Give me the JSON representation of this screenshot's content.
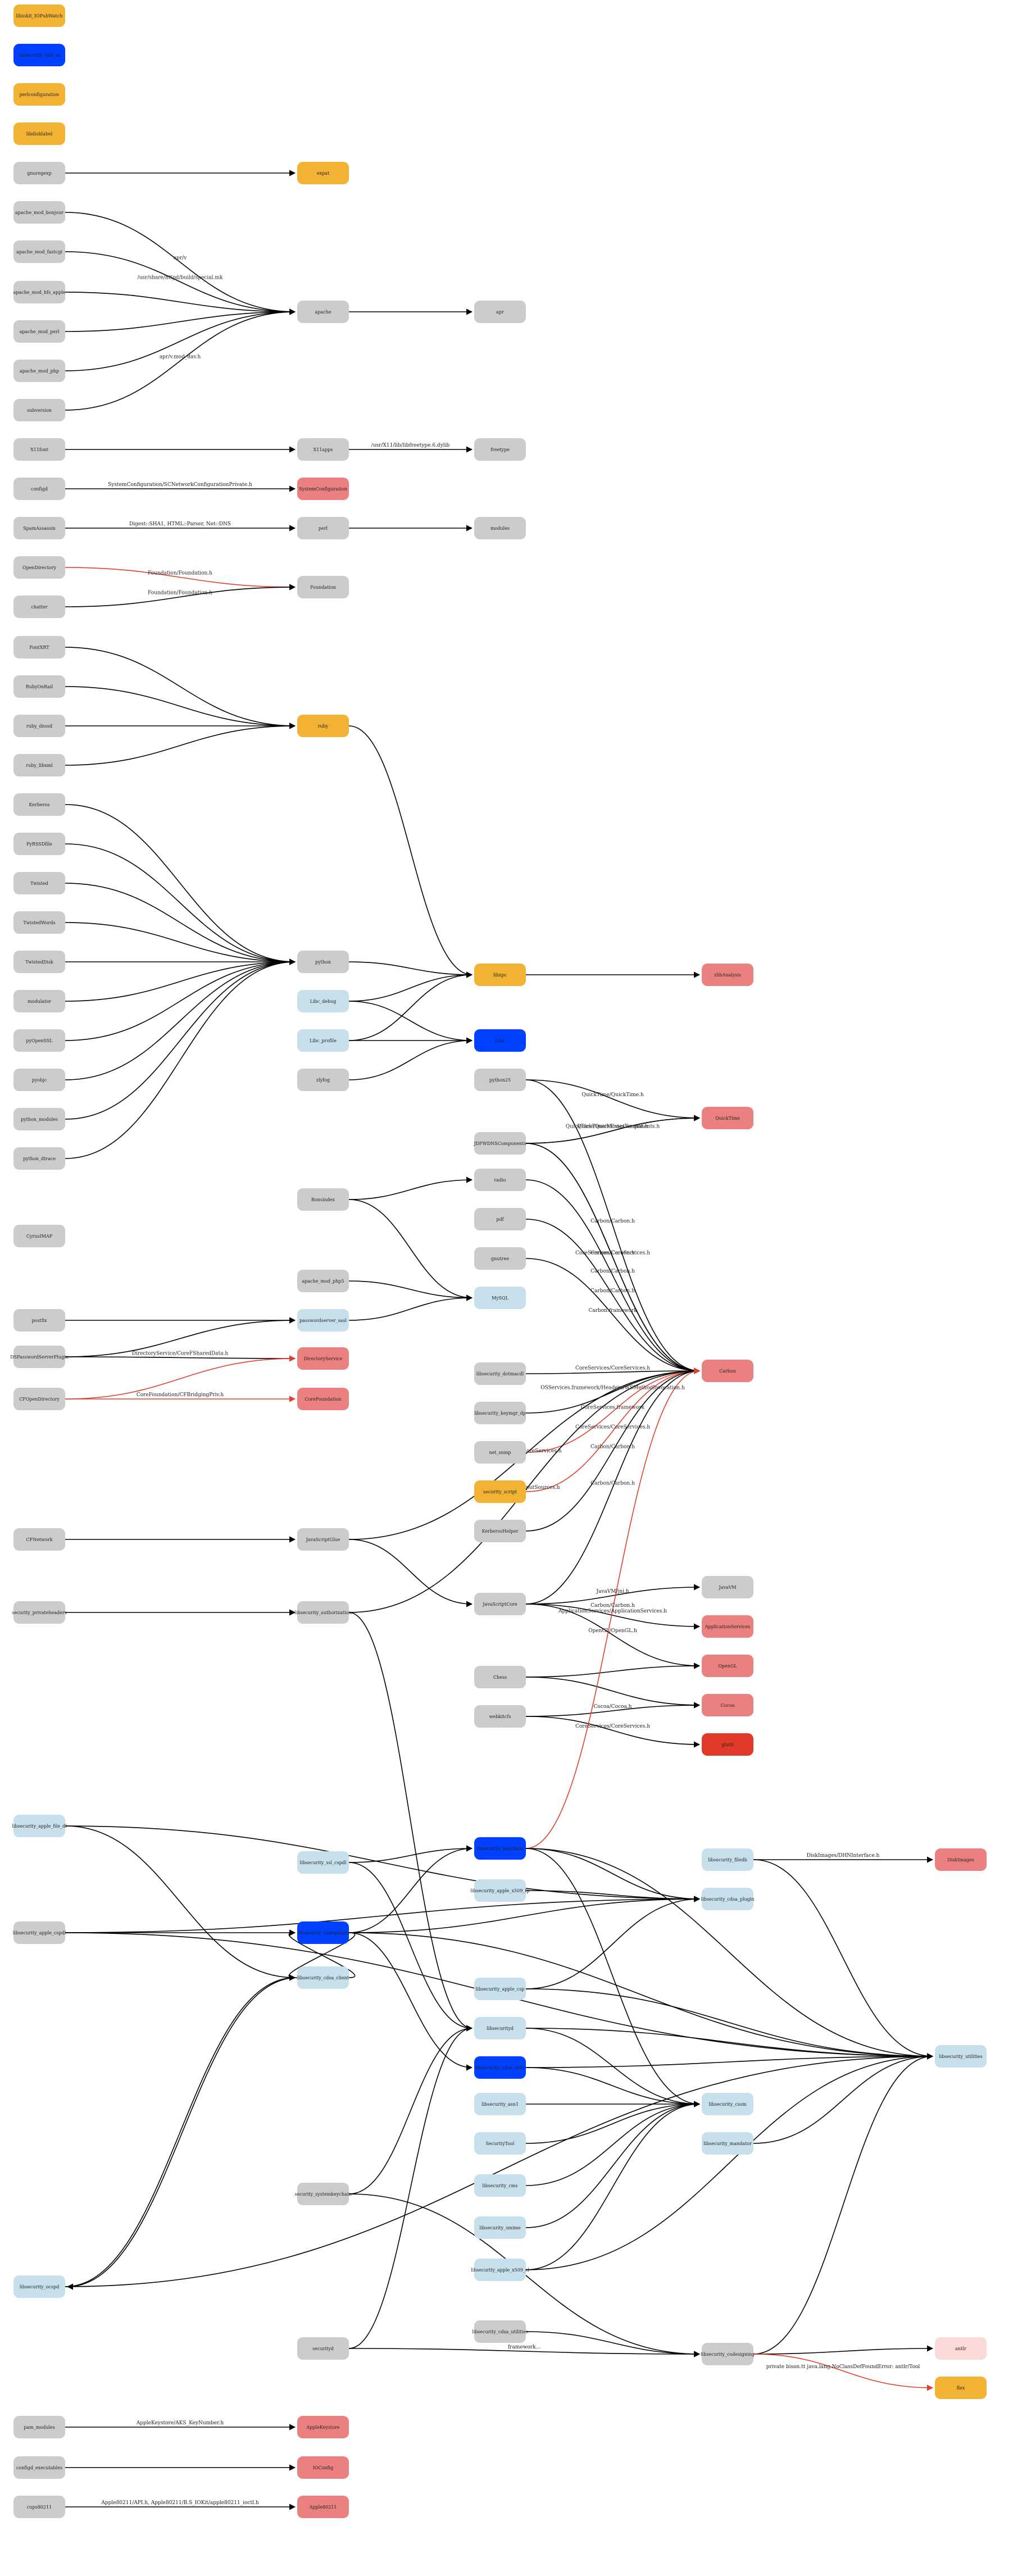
{
  "colors": {
    "gray": "#cccccc",
    "orange": "#f2b233",
    "blue": "#0040ff",
    "lightblue": "#c8e0eb",
    "salmon": "#eb8080",
    "red": "#e03a2a",
    "pink": "#fbd9d6",
    "edge_black": "#000000",
    "edge_red": "#e04030"
  },
  "nodes": [
    {
      "id": "n1",
      "label": "libiokit_IOPubWatch",
      "color": "orange"
    },
    {
      "id": "n2",
      "label": "libsecurity_bsd_ui",
      "color": "blue"
    },
    {
      "id": "n3",
      "label": "perlconfiguration",
      "color": "orange"
    },
    {
      "id": "n4",
      "label": "libdisklabel",
      "color": "orange"
    },
    {
      "id": "n5",
      "label": "gnuregexp",
      "color": "gray"
    },
    {
      "id": "n6",
      "label": "expat",
      "color": "orange"
    },
    {
      "id": "n7",
      "label": "apache_mod_bonjour",
      "color": "gray"
    },
    {
      "id": "n8",
      "label": "apache_mod_fastcgi",
      "color": "gray"
    },
    {
      "id": "n9",
      "label": "apache_mod_hfs_apple",
      "color": "gray"
    },
    {
      "id": "n10",
      "label": "apache_mod_perl",
      "color": "gray"
    },
    {
      "id": "n11",
      "label": "apache_mod_php",
      "color": "gray"
    },
    {
      "id": "n12",
      "label": "apache",
      "color": "gray"
    },
    {
      "id": "n13",
      "label": "apr",
      "color": "gray"
    },
    {
      "id": "n14",
      "label": "subversion",
      "color": "gray"
    },
    {
      "id": "n15",
      "label": "X11font",
      "color": "gray"
    },
    {
      "id": "n16",
      "label": "X11apps",
      "color": "gray"
    },
    {
      "id": "n17",
      "label": "freetype",
      "color": "gray"
    },
    {
      "id": "n18",
      "label": "configd",
      "color": "gray"
    },
    {
      "id": "n19",
      "label": "SystemConfiguration",
      "color": "salmon"
    },
    {
      "id": "n20",
      "label": "SpamAssassin",
      "color": "gray"
    },
    {
      "id": "n21",
      "label": "perl",
      "color": "gray"
    },
    {
      "id": "n22",
      "label": "modules",
      "color": "gray"
    },
    {
      "id": "n23",
      "label": "OpenDirectory",
      "color": "gray"
    },
    {
      "id": "n24",
      "label": "Foundation",
      "color": "gray"
    },
    {
      "id": "n25",
      "label": "chatter",
      "color": "gray"
    },
    {
      "id": "n26",
      "label": "FontXRT",
      "color": "gray"
    },
    {
      "id": "n27",
      "label": "RubyOnRail",
      "color": "gray"
    },
    {
      "id": "n28",
      "label": "ruby_dnssd",
      "color": "gray"
    },
    {
      "id": "n29",
      "label": "ruby",
      "color": "orange"
    },
    {
      "id": "n30",
      "label": "ruby_libxml",
      "color": "gray"
    },
    {
      "id": "n31",
      "label": "Kerberos",
      "color": "gray"
    },
    {
      "id": "n32",
      "label": "PyRSSDfile",
      "color": "gray"
    },
    {
      "id": "n33",
      "label": "Twisted",
      "color": "gray"
    },
    {
      "id": "n34",
      "label": "TwistedWords",
      "color": "gray"
    },
    {
      "id": "n35",
      "label": "TwistedDisk",
      "color": "gray"
    },
    {
      "id": "n36",
      "label": "python",
      "color": "gray"
    },
    {
      "id": "n37",
      "label": "libxpc",
      "color": "orange"
    },
    {
      "id": "n38",
      "label": "zlibAnalysis",
      "color": "salmon"
    },
    {
      "id": "n39",
      "label": "modulator",
      "color": "gray"
    },
    {
      "id": "n40",
      "label": "Libc_debug",
      "color": "lightblue"
    },
    {
      "id": "n41",
      "label": "pyOpenSSL",
      "color": "gray"
    },
    {
      "id": "n42",
      "label": "Libc_profile",
      "color": "lightblue"
    },
    {
      "id": "n43",
      "label": "Libc",
      "color": "blue"
    },
    {
      "id": "n44",
      "label": "pyobjc",
      "color": "gray"
    },
    {
      "id": "n45",
      "label": "zlyfog",
      "color": "gray"
    },
    {
      "id": "n46",
      "label": "python_modules",
      "color": "gray"
    },
    {
      "id": "n47",
      "label": "python25",
      "color": "gray"
    },
    {
      "id": "n48",
      "label": "QuickTime",
      "color": "salmon"
    },
    {
      "id": "n49",
      "label": "python_dtrace",
      "color": "gray"
    },
    {
      "id": "n50",
      "label": "JDFWDNSComponents",
      "color": "gray"
    },
    {
      "id": "n51",
      "label": "Bonsindex",
      "color": "gray"
    },
    {
      "id": "n52",
      "label": "radio",
      "color": "gray"
    },
    {
      "id": "n53",
      "label": "pdf",
      "color": "gray"
    },
    {
      "id": "n54",
      "label": "CyrusIMAP",
      "color": "gray"
    },
    {
      "id": "n55",
      "label": "gnutree",
      "color": "gray"
    },
    {
      "id": "n56",
      "label": "apache_mod_php5",
      "color": "gray"
    },
    {
      "id": "n57",
      "label": "MySQL",
      "color": "lightblue"
    },
    {
      "id": "n58",
      "label": "postfix",
      "color": "gray"
    },
    {
      "id": "n59",
      "label": "passwordserver_sasl",
      "color": "lightblue"
    },
    {
      "id": "n60",
      "label": "Carbon",
      "color": "salmon"
    },
    {
      "id": "n61",
      "label": "DSPasswordServerPlugin",
      "color": "gray"
    },
    {
      "id": "n62",
      "label": "DirectoryService",
      "color": "salmon"
    },
    {
      "id": "n63",
      "label": "libsecurity_dotmacdl",
      "color": "gray"
    },
    {
      "id": "n64",
      "label": "CFOpenDirectory",
      "color": "gray"
    },
    {
      "id": "n65",
      "label": "CoreFoundation",
      "color": "salmon"
    },
    {
      "id": "n66",
      "label": "libsecurity_keymgr_dp",
      "color": "gray"
    },
    {
      "id": "n67",
      "label": "net_snmp",
      "color": "gray"
    },
    {
      "id": "n68",
      "label": "security_script",
      "color": "orange"
    },
    {
      "id": "n69",
      "label": "KerberosHelper",
      "color": "gray"
    },
    {
      "id": "n70",
      "label": "CFNetwork",
      "color": "gray"
    },
    {
      "id": "n71",
      "label": "JavaScriptGlue",
      "color": "gray"
    },
    {
      "id": "n72",
      "label": "JavaVM",
      "color": "gray"
    },
    {
      "id": "n73",
      "label": "security_privateheaders",
      "color": "gray"
    },
    {
      "id": "n74",
      "label": "libsecurity_authorization",
      "color": "gray"
    },
    {
      "id": "n75",
      "label": "JavaScriptCore",
      "color": "gray"
    },
    {
      "id": "n76",
      "label": "ApplicationServices",
      "color": "salmon"
    },
    {
      "id": "n77",
      "label": "Chess",
      "color": "gray"
    },
    {
      "id": "n78",
      "label": "OpenGL",
      "color": "salmon"
    },
    {
      "id": "n79",
      "label": "webkitcfs",
      "color": "gray"
    },
    {
      "id": "n80",
      "label": "Cocoa",
      "color": "salmon"
    },
    {
      "id": "n81",
      "label": "glutil",
      "color": "red"
    },
    {
      "id": "n82",
      "label": "libsecurity_apple_file_dl",
      "color": "lightblue"
    },
    {
      "id": "n83",
      "label": "libsecurity_filedb",
      "color": "lightblue"
    },
    {
      "id": "n84",
      "label": "DiskImages",
      "color": "salmon"
    },
    {
      "id": "n85",
      "label": "libsecurity_ssl_cspdl",
      "color": "lightblue"
    },
    {
      "id": "n86",
      "label": "libsecurity_keychain",
      "color": "blue"
    },
    {
      "id": "n87",
      "label": "libsecurity_apple_x509_tp",
      "color": "lightblue"
    },
    {
      "id": "n88",
      "label": "libsecurity_cdsa_plugin",
      "color": "lightblue"
    },
    {
      "id": "n89",
      "label": "libsecurity_apple_cspdl",
      "color": "gray"
    },
    {
      "id": "n90",
      "label": "libsecurity_cssmplugin",
      "color": "blue"
    },
    {
      "id": "n91",
      "label": "libsecurity_cdsa_client",
      "color": "lightblue"
    },
    {
      "id": "n92",
      "label": "libsecurity_apple_csp",
      "color": "lightblue"
    },
    {
      "id": "n93",
      "label": "libsecurity_utilities",
      "color": "lightblue"
    },
    {
      "id": "n94",
      "label": "libsecurityd",
      "color": "lightblue"
    },
    {
      "id": "n95",
      "label": "libsecurity_cdsa_utils",
      "color": "blue"
    },
    {
      "id": "n96",
      "label": "libsecurity_cssm",
      "color": "lightblue"
    },
    {
      "id": "n97",
      "label": "libsecurity_asn1",
      "color": "lightblue"
    },
    {
      "id": "n98",
      "label": "SecurityTool",
      "color": "lightblue"
    },
    {
      "id": "n99",
      "label": "libsecurity_mandator",
      "color": "lightblue"
    },
    {
      "id": "n100",
      "label": "libsecurity_cms",
      "color": "lightblue"
    },
    {
      "id": "n101",
      "label": "security_systemkeychain",
      "color": "gray"
    },
    {
      "id": "n102",
      "label": "libsecurity_smime",
      "color": "lightblue"
    },
    {
      "id": "n103",
      "label": "libsecurity_apple_x509_cl",
      "color": "lightblue"
    },
    {
      "id": "n104",
      "label": "libsecurity_ocspd",
      "color": "lightblue"
    },
    {
      "id": "n105",
      "label": "libsecurity_cdsa_utilities",
      "color": "gray"
    },
    {
      "id": "n106",
      "label": "securityd",
      "color": "gray"
    },
    {
      "id": "n107",
      "label": "libsecurity_codesigning",
      "color": "gray"
    },
    {
      "id": "n108",
      "label": "antlr",
      "color": "pink"
    },
    {
      "id": "n109",
      "label": "flex",
      "color": "orange"
    },
    {
      "id": "n110",
      "label": "pam_modules",
      "color": "gray"
    },
    {
      "id": "n111",
      "label": "AppleKeystore",
      "color": "salmon"
    },
    {
      "id": "n112",
      "label": "configd_executables",
      "color": "gray"
    },
    {
      "id": "n113",
      "label": "IOConfig",
      "color": "salmon"
    },
    {
      "id": "n114",
      "label": "cups80211",
      "color": "gray"
    },
    {
      "id": "n115",
      "label": "Apple80211",
      "color": "salmon"
    }
  ],
  "edge_labels": [
    "apr/v",
    "/usr/share/httpd/build/special.mk",
    "apr/v.mod_dav.h",
    "/usr/X11/lib/libfreetype.6.dylib",
    "SystemConfiguration/SCNetworkConfigurationPrivate.h",
    "Digest::SHA1, HTML::Parser, Net::DNS",
    "Foundation/Foundation.h",
    "Foundation/Foundation.h",
    "QuickTime/QuickTime.h",
    "Carbon/Carbon.h",
    "QuickTime/MoviesFormat.h",
    "QuickTime/QuickTimeComponents.h",
    "Carbon/Carbon.h",
    "CoreServices/CoreServices.h",
    "Carbon/Carbon.h",
    "Carbon/Carbon.h",
    "Carbon.framework",
    "CoreServices/CoreServices.h",
    "DirectoryService/CoreFSharedData.h",
    "CoreFoundation/CFBridgingPriv.h",
    "CoreServices/CoreServices.h",
    "OSServices.framework/Headers/WSMethodInvocation.h",
    "CoreServices.framework",
    "CoreServices/CoreServices.h",
    "Carbon/Carbon.h",
    "Carbon/Carbon.h",
    "Carbon_TextInputSources.h",
    "Carbon/Carbon.h",
    "JavaVM/jni.h",
    "ApplicationServices/ApplicationServices.h",
    "OpenGL/OpenGL.h",
    "Cocoa/Cocoa.h",
    "CoreServices/CoreServices.h",
    "DiskImages/DHNInterface.h",
    "private bison.tt java.lang.NoClassDefFoundError: antlr/Tool",
    "framework...",
    "AppleKeystore/AKS_KeyNumber.h",
    "Apple80211/API.h, Apple80211/B.S_IOKit/apple80211_ioctl.h"
  ]
}
